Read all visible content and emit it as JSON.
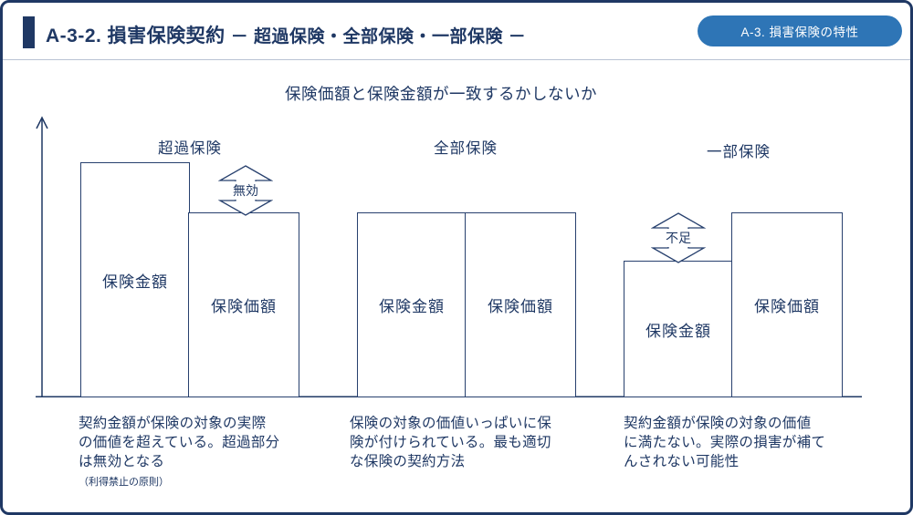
{
  "colors": {
    "navy": "#1f3864",
    "badge_blue": "#2e75b6",
    "bar_outline": "#27406e"
  },
  "header": {
    "title_main": "A-3-2. 損害保険契約",
    "title_sub": "－ 超過保険・全部保険・一部保険 －",
    "badge": "A-3. 損害保険の特性"
  },
  "chart": {
    "title": "保険価額と保険金額が一致するかしないか",
    "groups": [
      {
        "label": "超過保険",
        "bars": [
          {
            "label": "保険金額"
          },
          {
            "label": "保険価額"
          }
        ],
        "gap_label": "無効",
        "description": "契約金額が保険の対象の実際\nの価値を超えている。超過部分\nは無効となる",
        "note": "（利得禁止の原則）"
      },
      {
        "label": "全部保険",
        "bars": [
          {
            "label": "保険金額"
          },
          {
            "label": "保険価額"
          }
        ],
        "description": "保険の対象の価値いっぱいに保\n険が付けられている。最も適切\nな保険の契約方法"
      },
      {
        "label": "一部保険",
        "bars": [
          {
            "label": "保険金額"
          },
          {
            "label": "保険価額"
          }
        ],
        "gap_label": "不足",
        "description": "契約金額が保険の対象の価値\nに満たない。実際の損害が補て\nんされない可能性"
      }
    ]
  }
}
